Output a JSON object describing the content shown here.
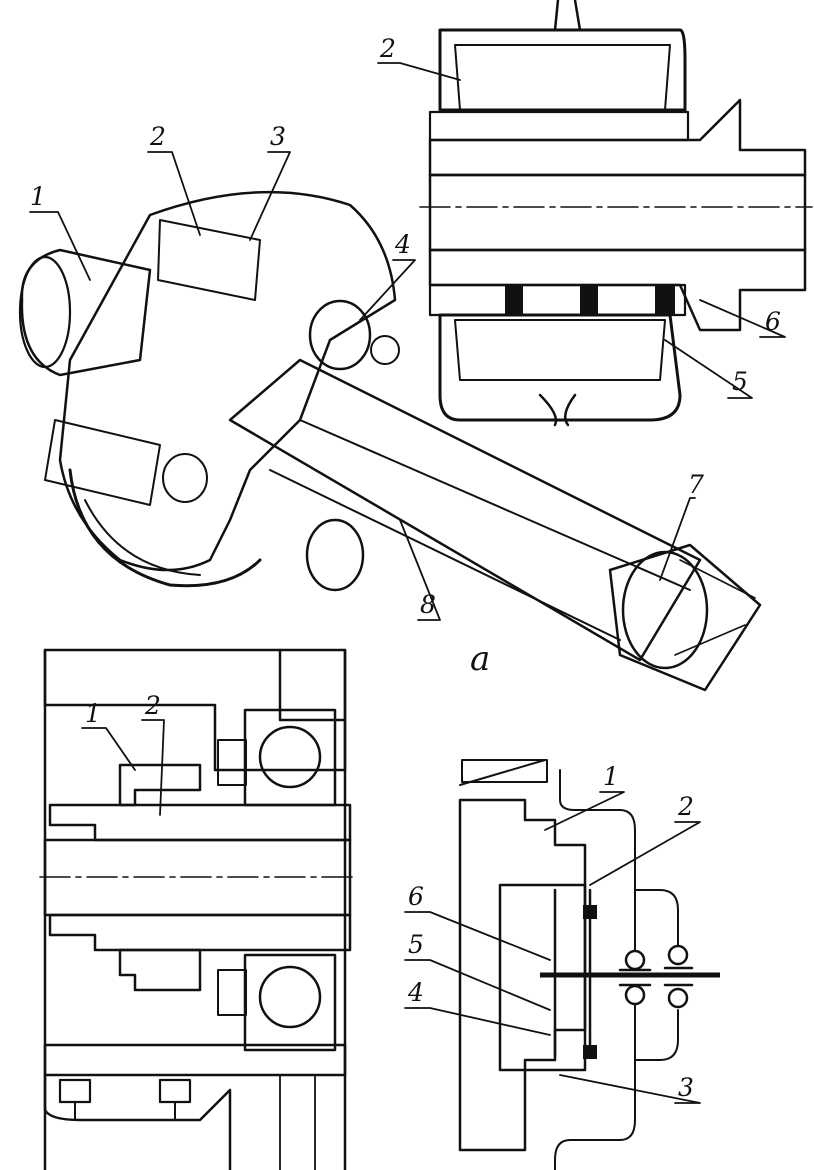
{
  "figure": {
    "caption": "a",
    "panel_a_labels": [
      "1",
      "2",
      "3",
      "4",
      "7",
      "8"
    ],
    "inset_labels": [
      "2",
      "6",
      "5"
    ],
    "bottom_left_labels": [
      "1",
      "2"
    ],
    "bottom_right_labels": [
      "1",
      "2",
      "6",
      "5",
      "4",
      "3"
    ]
  },
  "colors": {
    "ink": "#111111",
    "paper": "#ffffff"
  }
}
